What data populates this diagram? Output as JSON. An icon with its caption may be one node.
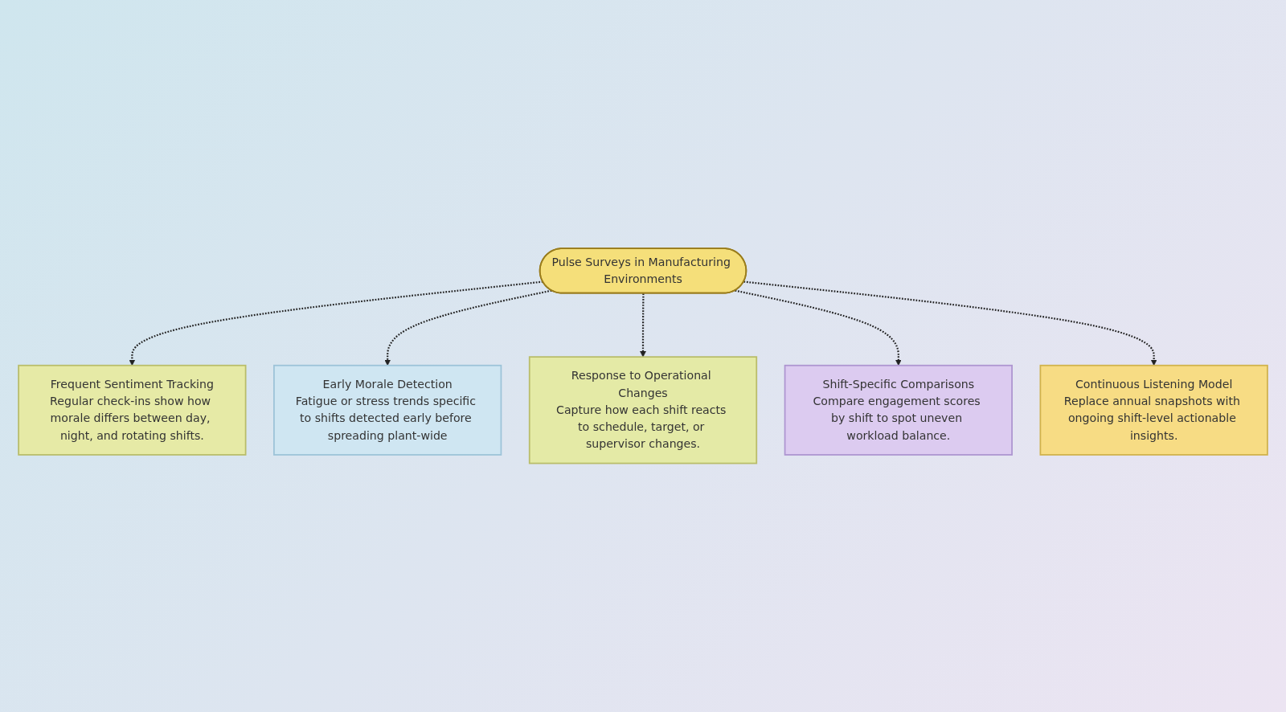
{
  "diagram": {
    "nodes": [
      {
        "text": [
          "Pulse Surveys in Manufacturing Environments"
        ]
      },
      {
        "text": [
          "Frequent Sentiment Tracking",
          "Regular check-ins show how morale differs between day, night, and rotating shifts."
        ]
      },
      {
        "text": [
          "Early Morale Detection",
          "Fatigue or stress trends specific to shifts detected early before spreading plant-wide"
        ]
      },
      {
        "text": [
          "Response to Operational Changes",
          "Capture how each shift reacts to schedule, target, or supervisor changes."
        ]
      },
      {
        "text": [
          "Shift-Specific Comparisons",
          "Compare engagement scores by shift to spot uneven workload balance."
        ]
      },
      {
        "text": [
          "Continuous Listening Model",
          "Replace annual snapshots with ongoing shift-level actionable insights."
        ]
      }
    ],
    "edges": [
      {
        "from": 0,
        "to": 1,
        "arrow": "to",
        "style": "dashed"
      },
      {
        "from": 0,
        "to": 2,
        "arrow": "to",
        "style": "dashed"
      },
      {
        "from": 0,
        "to": 3,
        "arrow": "to",
        "style": "dashed"
      },
      {
        "from": 0,
        "to": 4,
        "arrow": "to",
        "style": "dashed"
      },
      {
        "from": 0,
        "to": 5,
        "arrow": "to",
        "style": "dashed"
      }
    ]
  }
}
